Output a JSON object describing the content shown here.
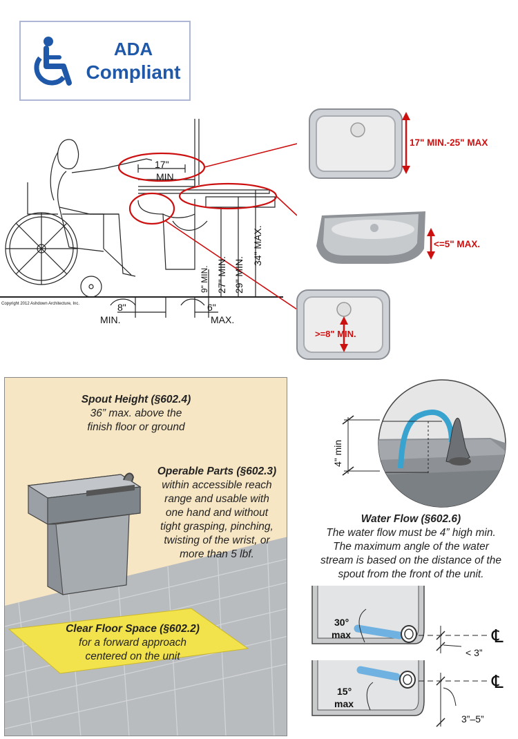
{
  "badge": {
    "line1": "ADA",
    "line2": "Compliant",
    "color": "#1f58a8"
  },
  "sink_diagram": {
    "dim_17": "17\"",
    "dim_17_min": "MIN.",
    "dim_27": "27\" MIN.",
    "dim_29": "29\" MIN.",
    "dim_34": "34\" MAX.",
    "dim_9": "9\" MIN.",
    "dim_8": "8\"",
    "dim_8_min": "MIN.",
    "dim_6": "6\"",
    "dim_6_max": "MAX.",
    "copyright": "Copyright 2012 Ashdown Architecture, Inc."
  },
  "callouts": {
    "width": "17\"  MIN.-25\"  MAX",
    "depth": "<=5\"  MAX.",
    "drain": ">=8\"  MIN.",
    "color": "#cc1010"
  },
  "fountain": {
    "spout_height": {
      "title": "Spout Height (§602.4)",
      "lines": [
        "36” max. above the",
        "finish floor or ground"
      ]
    },
    "operable": {
      "title": "Operable Parts (§602.3)",
      "lines": [
        "within accessible reach",
        "range and usable with",
        "one hand and without",
        "tight grasping, pinching,",
        "twisting of the wrist, or",
        "more than 5 lbf."
      ]
    },
    "clear_floor": {
      "title": "Clear Floor Space (§602.2)",
      "lines": [
        "for a forward approach",
        "centered on the unit"
      ]
    }
  },
  "water_flow": {
    "dim_label": "4\" min",
    "title": "Water Flow (§602.6)",
    "lines": [
      "The water flow must be 4” high min.",
      "The maximum angle of the water",
      "stream is based on the distance of the",
      "spout from the front of the unit."
    ]
  },
  "angles": {
    "top_angle": "30°",
    "top_max": "max",
    "top_dist": "< 3”",
    "bottom_angle": "15°",
    "bottom_max": "max",
    "bottom_dist": "3”–5”",
    "centerline": "℄"
  }
}
